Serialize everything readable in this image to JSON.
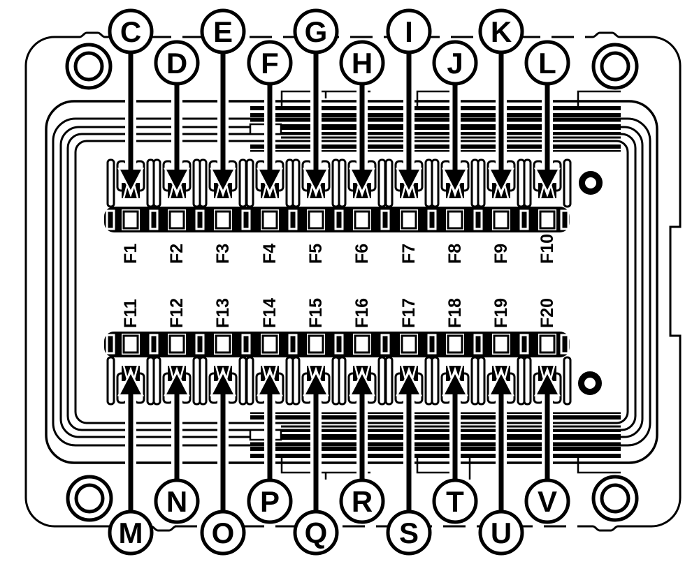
{
  "page": {
    "background": "#ffffff",
    "line_color": "#000000"
  },
  "fusebox": {
    "top_row": [
      {
        "callout": "C",
        "fuse": "F1"
      },
      {
        "callout": "D",
        "fuse": "F2"
      },
      {
        "callout": "E",
        "fuse": "F3"
      },
      {
        "callout": "F",
        "fuse": "F4"
      },
      {
        "callout": "G",
        "fuse": "F5"
      },
      {
        "callout": "H",
        "fuse": "F6"
      },
      {
        "callout": "I",
        "fuse": "F7"
      },
      {
        "callout": "J",
        "fuse": "F8"
      },
      {
        "callout": "K",
        "fuse": "F9"
      },
      {
        "callout": "L",
        "fuse": "F10"
      }
    ],
    "bottom_row": [
      {
        "callout": "M",
        "fuse": "F11"
      },
      {
        "callout": "N",
        "fuse": "F12"
      },
      {
        "callout": "O",
        "fuse": "F13"
      },
      {
        "callout": "P",
        "fuse": "F14"
      },
      {
        "callout": "Q",
        "fuse": "F15"
      },
      {
        "callout": "R",
        "fuse": "F16"
      },
      {
        "callout": "S",
        "fuse": "F17"
      },
      {
        "callout": "T",
        "fuse": "F18"
      },
      {
        "callout": "U",
        "fuse": "F19"
      },
      {
        "callout": "V",
        "fuse": "F20"
      }
    ]
  }
}
